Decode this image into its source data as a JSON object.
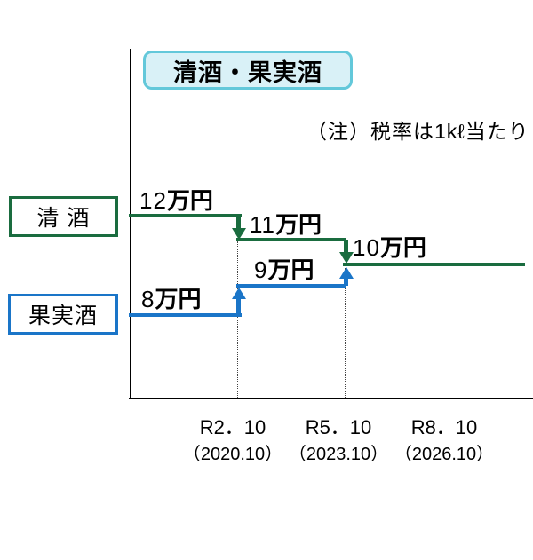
{
  "badge": {
    "label": "清酒・果実酒"
  },
  "note": {
    "text": "（注）税率は1kℓ当たり"
  },
  "series_boxes": {
    "seishu": "清 酒",
    "kajitsushu": "果実酒"
  },
  "values": {
    "seishu": [
      {
        "num": "12",
        "unit": "万円"
      },
      {
        "num": "11",
        "unit": "万円"
      },
      {
        "num": "10",
        "unit": "万円"
      }
    ],
    "kajitsushu": [
      {
        "num": "8",
        "unit": "万円"
      },
      {
        "num": "9",
        "unit": "万円"
      }
    ]
  },
  "ticks": [
    {
      "era": "R2．10",
      "western": "（2020.10）"
    },
    {
      "era": "R5．10",
      "western": "（2023.10）"
    },
    {
      "era": "R8．10",
      "western": "（2026.10）"
    }
  ],
  "colors": {
    "seishu_green": "#1a6c3f",
    "kajitsushu_blue": "#1a75c8",
    "badge_border": "#63c8da",
    "badge_fill": "#d9f1f7",
    "axis_black": "#000000"
  },
  "chart_data": {
    "type": "line",
    "subtype": "step",
    "title": "清酒・果実酒",
    "note": "（注）税率は1kℓ当たり",
    "y_unit": "万円 per 1kl",
    "x_transition_ticks": [
      "R2．10（2020.10）",
      "R5．10（2023.10）",
      "R8．10（2026.10）"
    ],
    "series": [
      {
        "name": "清酒",
        "color": "#1a6c3f",
        "direction": "decreasing",
        "segment_values_man_yen": [
          12,
          11,
          10
        ],
        "visible_labels": [
          "12万円",
          "11万円",
          "10万円"
        ]
      },
      {
        "name": "果実酒",
        "color": "#1a75c8",
        "direction": "increasing",
        "segment_values_man_yen": [
          8,
          9,
          10
        ],
        "visible_labels": [
          "8万円",
          "9万円"
        ]
      }
    ],
    "layout": {
      "legend_position": "left-boxes",
      "grid": "dotted vertical lines at each transition",
      "y_axis_ticks": "none",
      "series_converge_at": "10万円 from R5.10 onward"
    }
  }
}
